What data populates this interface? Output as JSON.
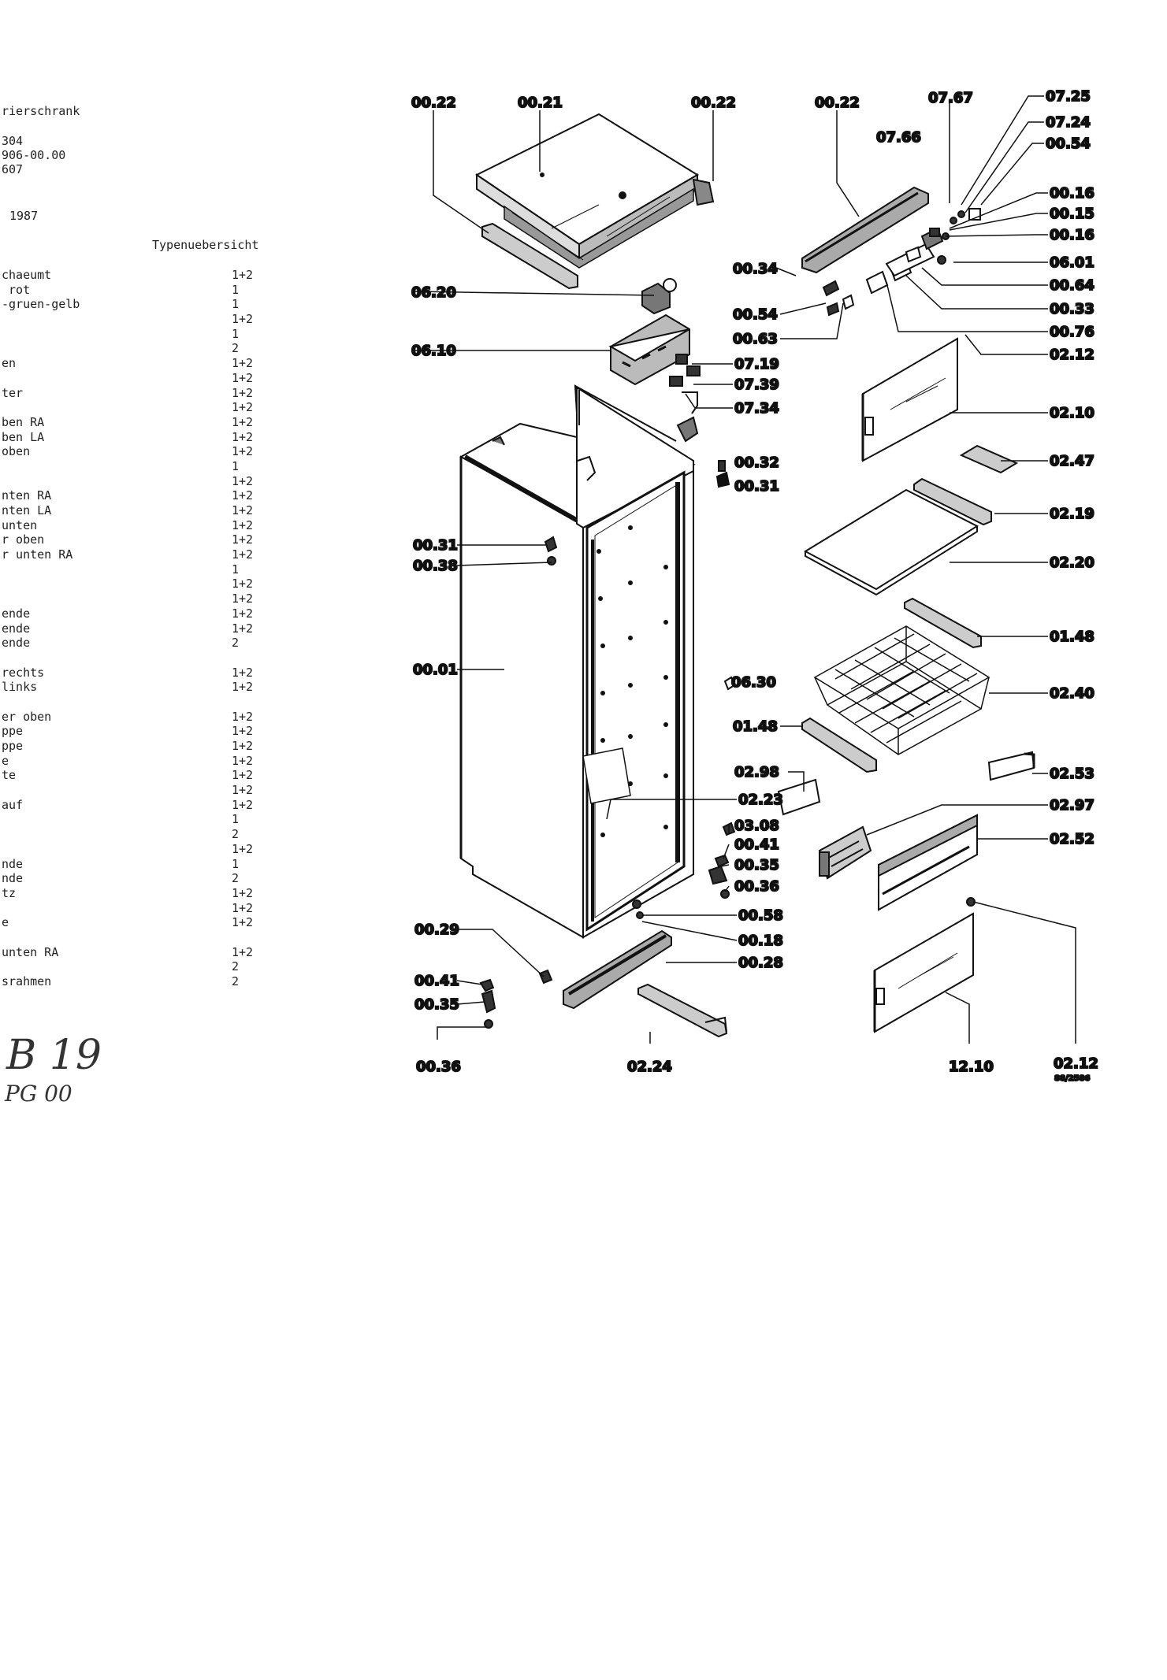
{
  "header": {
    "title_fragment": "rierschrank",
    "numbers": [
      "304",
      "906-00.00",
      "607"
    ],
    "year": "1987",
    "overview_heading": "Typenuebersicht"
  },
  "parts_list": [
    {
      "desc": "chaeumt",
      "type": "1+2"
    },
    {
      "desc": " rot",
      "type": "1"
    },
    {
      "desc": "-gruen-gelb",
      "type": "1"
    },
    {
      "desc": "",
      "type": "1+2"
    },
    {
      "desc": "",
      "type": "1"
    },
    {
      "desc": "",
      "type": "2"
    },
    {
      "desc": "en",
      "type": "1+2"
    },
    {
      "desc": "",
      "type": "1+2"
    },
    {
      "desc": "ter",
      "type": "1+2"
    },
    {
      "desc": "",
      "type": "1+2"
    },
    {
      "desc": "ben RA",
      "type": "1+2"
    },
    {
      "desc": "ben LA",
      "type": "1+2"
    },
    {
      "desc": "oben",
      "type": "1+2"
    },
    {
      "desc": "",
      "type": "1"
    },
    {
      "desc": "",
      "type": "1+2"
    },
    {
      "desc": "nten RA",
      "type": "1+2"
    },
    {
      "desc": "nten LA",
      "type": "1+2"
    },
    {
      "desc": "unten",
      "type": "1+2"
    },
    {
      "desc": "r oben",
      "type": "1+2"
    },
    {
      "desc": "r unten RA",
      "type": "1+2"
    },
    {
      "desc": "",
      "type": "1"
    },
    {
      "desc": "",
      "type": "1+2"
    },
    {
      "desc": "",
      "type": "1+2"
    },
    {
      "desc": "ende",
      "type": "1+2"
    },
    {
      "desc": "ende",
      "type": "1+2"
    },
    {
      "desc": "ende",
      "type": "2"
    },
    {
      "desc": "",
      "type": ""
    },
    {
      "desc": "rechts",
      "type": "1+2"
    },
    {
      "desc": "links",
      "type": "1+2"
    },
    {
      "desc": "",
      "type": ""
    },
    {
      "desc": "er oben",
      "type": "1+2"
    },
    {
      "desc": "ppe",
      "type": "1+2"
    },
    {
      "desc": "ppe",
      "type": "1+2"
    },
    {
      "desc": "e",
      "type": "1+2"
    },
    {
      "desc": "te",
      "type": "1+2"
    },
    {
      "desc": "",
      "type": "1+2"
    },
    {
      "desc": "auf",
      "type": "1+2"
    },
    {
      "desc": "",
      "type": "1"
    },
    {
      "desc": "",
      "type": "2"
    },
    {
      "desc": "",
      "type": "1+2"
    },
    {
      "desc": "nde",
      "type": "1"
    },
    {
      "desc": "nde",
      "type": "2"
    },
    {
      "desc": "tz",
      "type": "1+2"
    },
    {
      "desc": "",
      "type": "1+2"
    },
    {
      "desc": "e",
      "type": "1+2"
    },
    {
      "desc": "",
      "type": ""
    },
    {
      "desc": "unten RA",
      "type": "1+2"
    },
    {
      "desc": "",
      "type": "2"
    },
    {
      "desc": "srahmen",
      "type": "2"
    }
  ],
  "handwriting": {
    "line1": "B 19",
    "line2": "PG 00"
  },
  "callouts": {
    "c1": "00.22",
    "c2": "00.21",
    "c3": "00.22",
    "c4": "00.22",
    "c5": "07.67",
    "c6": "07.25",
    "c7": "07.24",
    "c8": "07.66",
    "c9": "00.54",
    "c10": "00.16",
    "c11": "00.15",
    "c12": "00.16",
    "c13": "06.01",
    "c14": "00.34",
    "c15": "00.64",
    "c16": "06.20",
    "c17": "00.33",
    "c18": "00.54",
    "c19": "00.76",
    "c20": "00.63",
    "c21": "02.12",
    "c22": "06.10",
    "c23": "07.19",
    "c24": "07.39",
    "c25": "07.34",
    "c26": "02.10",
    "c27": "02.47",
    "c28": "00.32",
    "c29": "00.31",
    "c30": "02.19",
    "c31": "00.31",
    "c32": "00.38",
    "c33": "02.20",
    "c34": "01.48",
    "c35": "00.01",
    "c36": "06.30",
    "c37": "02.40",
    "c38": "01.48",
    "c39": "02.98",
    "c40": "02.53",
    "c41": "02.23",
    "c42": "02.97",
    "c43": "03.08",
    "c44": "00.41",
    "c45": "02.52",
    "c46": "00.35",
    "c47": "00.36",
    "c48": "00.58",
    "c49": "00.29",
    "c50": "00.18",
    "c51": "00.28",
    "c52": "00.41",
    "c53": "00.35",
    "c54": "00.36",
    "c55": "02.24",
    "c56": "12.10",
    "c57": "02.12",
    "c58": "88/2586"
  },
  "colors": {
    "ink": "#111111",
    "paper": "#ffffff",
    "shade": "#555555"
  }
}
